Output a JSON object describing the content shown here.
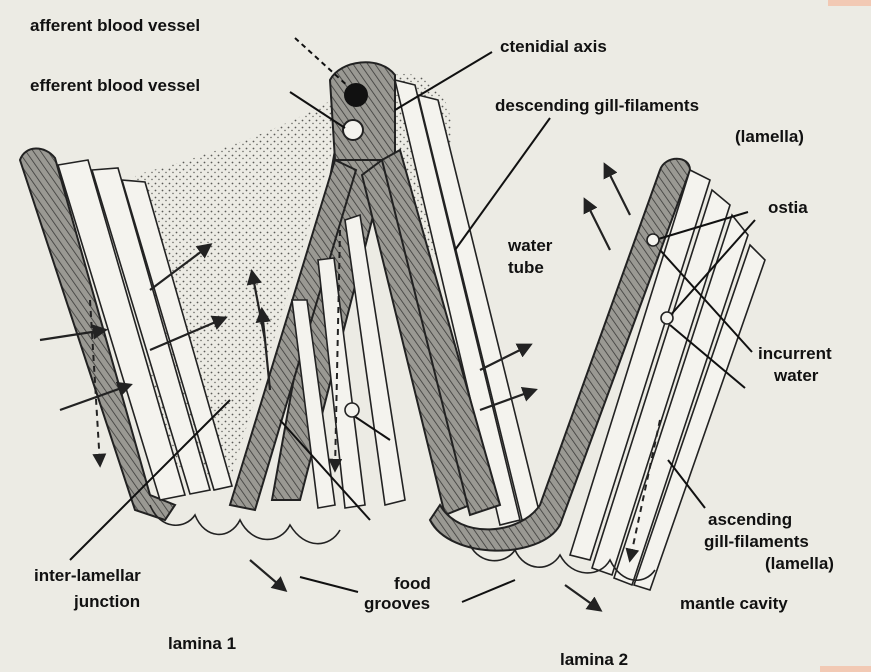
{
  "labels": {
    "afferent_blood_vessel": "afferent blood vessel",
    "efferent_blood_vessel": "efferent blood vessel",
    "ctenidial_axis": "ctenidial axis",
    "descending_gill_filaments_line1": "descending gill-filaments",
    "descending_gill_filaments_line2": "(lamella)",
    "ostia": "ostia",
    "water_tube_line1": "water",
    "water_tube_line2": "tube",
    "incurrent_water_line1": "incurrent",
    "incurrent_water_line2": "water",
    "ascending_gill_filaments_line1": "ascending",
    "ascending_gill_filaments_line2": "gill-filaments",
    "ascending_gill_filaments_line3": "(lamella)",
    "inter_lamellar_junction_line1": "inter-lamellar",
    "inter_lamellar_junction_line2": "junction",
    "food_grooves_line1": "food",
    "food_grooves_line2": "grooves",
    "mantle_cavity": "mantle cavity",
    "lamina_1": "lamina 1",
    "lamina_2": "lamina 2"
  },
  "colors": {
    "background": "#ecebe4",
    "ink": "#111111",
    "tissue": "#8a8984",
    "stipple": "#4a4a46",
    "corner_accent": "#f2c9b4"
  }
}
